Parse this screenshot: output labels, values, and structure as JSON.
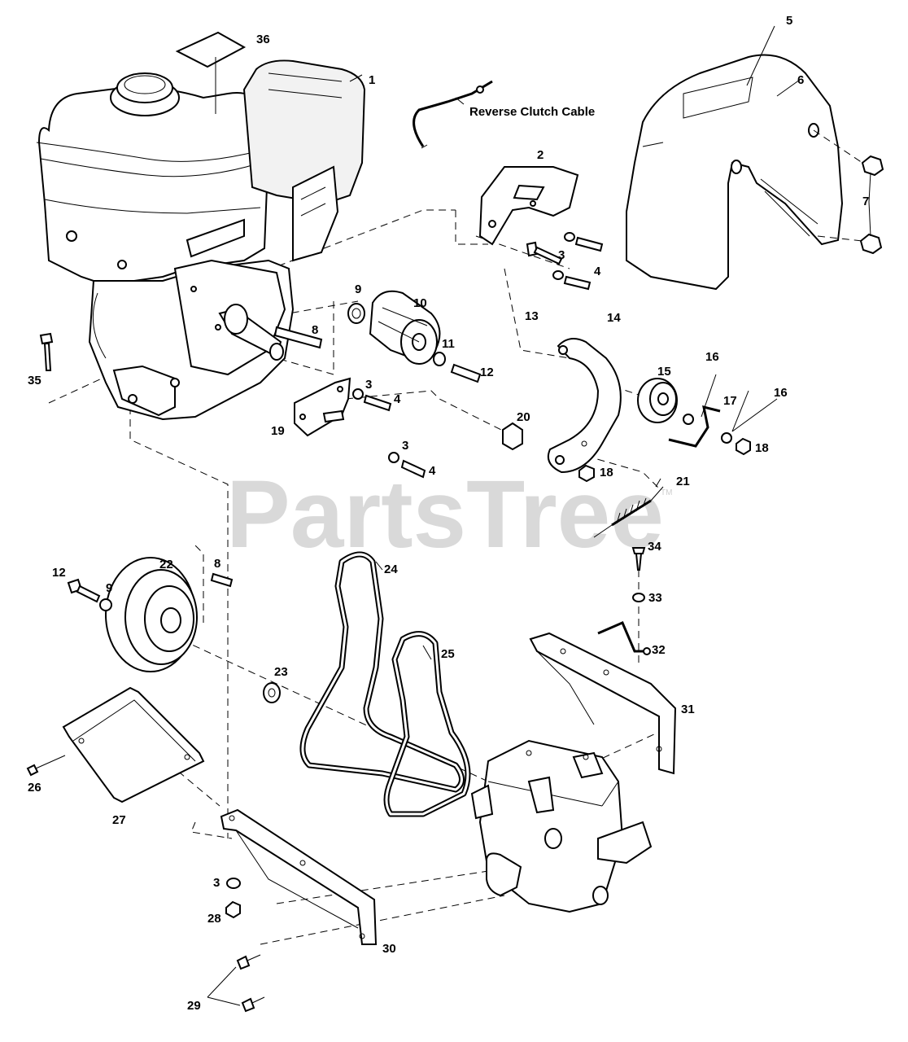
{
  "watermark": "PartsTree",
  "watermark_tm": "TM",
  "cable_label": "Reverse Clutch Cable",
  "callouts": {
    "c1": "1",
    "c2": "2",
    "c3a": "3",
    "c3b": "3",
    "c3c": "3",
    "c3d": "3",
    "c4a": "4",
    "c4b": "4",
    "c4c": "4",
    "c5": "5",
    "c6": "6",
    "c7": "7",
    "c8a": "8",
    "c8b": "8",
    "c9a": "9",
    "c9b": "9",
    "c10": "10",
    "c11": "11",
    "c12a": "12",
    "c12b": "12",
    "c13": "13",
    "c14": "14",
    "c15": "15",
    "c16a": "16",
    "c16b": "16",
    "c17": "17",
    "c18a": "18",
    "c18b": "18",
    "c19": "19",
    "c20": "20",
    "c21": "21",
    "c22": "22",
    "c23": "23",
    "c24": "24",
    "c25": "25",
    "c26": "26",
    "c27": "27",
    "c28": "28",
    "c29": "29",
    "c30": "30",
    "c31": "31",
    "c32": "32",
    "c33": "33",
    "c34": "34",
    "c35": "35",
    "c36": "36"
  }
}
